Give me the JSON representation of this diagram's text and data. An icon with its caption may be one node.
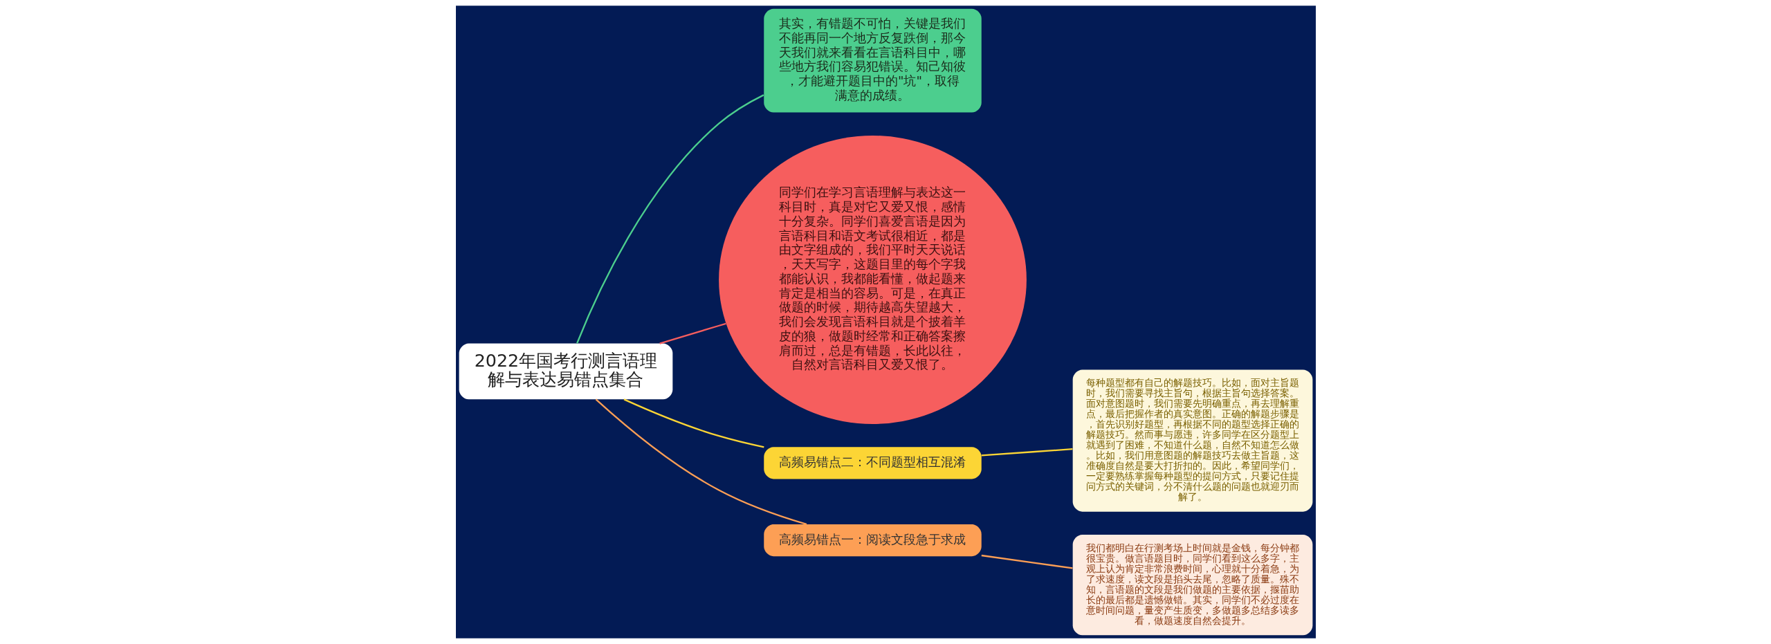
{
  "diagram": {
    "nodes": [
      {
        "text": [
          "2022年国考行测言语理解与表达易错点集合"
        ]
      },
      {
        "text": [
          "其实，有错题不可怕，关键是我们不能再同一个地方反复跌倒，那今天我们就来看看在言语科目中，哪些地方我们容易犯错误。知己知彼，才能避开题目中的\"坑\"，取得满意的成绩。"
        ]
      },
      {
        "text": [
          "同学们在学习言语理解与表达这一科目时，真是对它又爱又恨，感情十分复杂。同学们喜爱言语是因为言语科目和语文考试很相近，都是由文字组成的，我们平时天天说话，天天写字，这题目里的每个字我都能认识，我都能看懂，做起题来肯定是相当的容易。可是，在真正做题的时候，期待越高失望越大，我们会发现言语科目就是个披着羊皮的狼，做题时经常和正确答案擦肩而过，总是有错题，长此以往，自然对言语科目又爱又恨了。"
        ]
      },
      {
        "text": [
          "高频易错点二：不同题型相互混淆"
        ]
      },
      {
        "text": [
          "每种题型都有自己的解题技巧。比如，面对主旨题时，我们需要寻找主旨句，根据主旨句选择答案。面对意图题时，我们需要先明确重点，再去理解重点，最后把握作者的真实意图。正确的解题步骤是，首先识别好题型，再根据不同的题型选择正确的解题技巧。然而事与愿违，许多同学在区分题型上就遇到了困难，不知道什么题，自然不知道怎么做。比如，我们用意图题的解题技巧去做主旨题，这准确度自然是要大打折扣的。因此，希望同学们，一定要熟练掌握每种题型的提问方式，只要记住提问方式的关键词，分不清什么题的问题也就迎刃而解了。"
        ]
      },
      {
        "text": [
          "高频易错点一：阅读文段急于求成"
        ]
      },
      {
        "text": [
          "我们都明白在行测考场上时间就是金钱，每分钟都很宝贵。做言语题目时，同学们看到这么多字，主观上认为肯定非常浪费时间，心理就十分着急，为了求速度，读文段是掐头去尾，忽略了质量。殊不知，言语题的文段是我们做题的主要依据，揠苗助长的最后都是遗憾做错。其实，同学们不必过度在意时间问题，量变产生质变，多做题多总结多读多看，做题速度自然会提升。"
        ]
      }
    ],
    "edges": [
      {
        "from": 0,
        "to": 1,
        "arrow": "none",
        "color": "#4cce8e"
      },
      {
        "from": 0,
        "to": 2,
        "arrow": "none",
        "color": "#f65e5e"
      },
      {
        "from": 0,
        "to": 3,
        "arrow": "none",
        "color": "#fcd535"
      },
      {
        "from": 3,
        "to": 4,
        "arrow": "none",
        "color": "#fcd535"
      },
      {
        "from": 0,
        "to": 5,
        "arrow": "none",
        "color": "#fd9f55"
      },
      {
        "from": 5,
        "to": 6,
        "arrow": "none",
        "color": "#fd9f55"
      }
    ]
  }
}
